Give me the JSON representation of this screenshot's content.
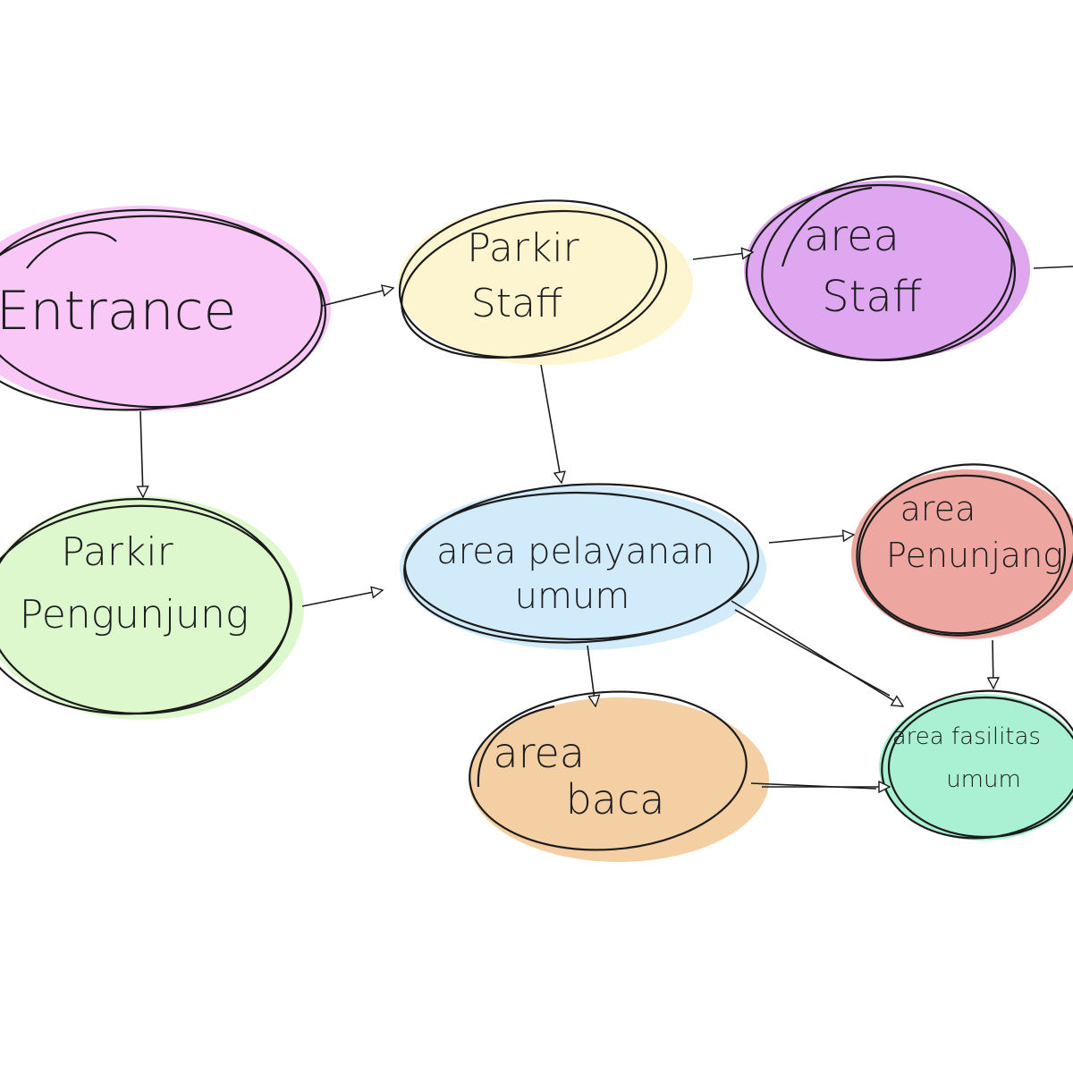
{
  "diagram": {
    "nodes": {
      "entrance": {
        "lines": [
          "Entrance"
        ],
        "fill": "#f9c8f7"
      },
      "parkir_staff": {
        "lines": [
          "Parkir",
          "Staff"
        ],
        "fill": "#fdf5cf"
      },
      "area_staff": {
        "lines": [
          "area",
          "Staff"
        ],
        "fill": "#dfa7ef"
      },
      "parkir_pengunjung": {
        "lines": [
          "Parkir",
          "Pengunjung"
        ],
        "fill": "#ddf8cd"
      },
      "area_pelayanan_umum": {
        "lines": [
          "area pelayanan",
          "umum"
        ],
        "fill": "#d2ebfb"
      },
      "area_penunjang": {
        "lines": [
          "area",
          "Penunjang"
        ],
        "fill": "#eea7a0"
      },
      "area_baca": {
        "lines": [
          "area",
          "baca"
        ],
        "fill": "#f3cfa3"
      },
      "area_fasilitas_umum": {
        "lines": [
          "area fasilitas",
          "umum"
        ],
        "fill": "#aaf0d3"
      }
    },
    "edges": [
      [
        "entrance",
        "parkir_staff"
      ],
      [
        "parkir_staff",
        "area_staff"
      ],
      [
        "entrance",
        "parkir_pengunjung"
      ],
      [
        "parkir_staff",
        "area_pelayanan_umum"
      ],
      [
        "parkir_pengunjung",
        "area_pelayanan_umum"
      ],
      [
        "area_pelayanan_umum",
        "area_penunjang"
      ],
      [
        "area_pelayanan_umum",
        "area_fasilitas_umum"
      ],
      [
        "area_pelayanan_umum",
        "area_baca"
      ],
      [
        "area_penunjang",
        "area_fasilitas_umum"
      ],
      [
        "area_baca",
        "area_fasilitas_umum"
      ]
    ],
    "stroke_color": "#1b1b1b"
  }
}
